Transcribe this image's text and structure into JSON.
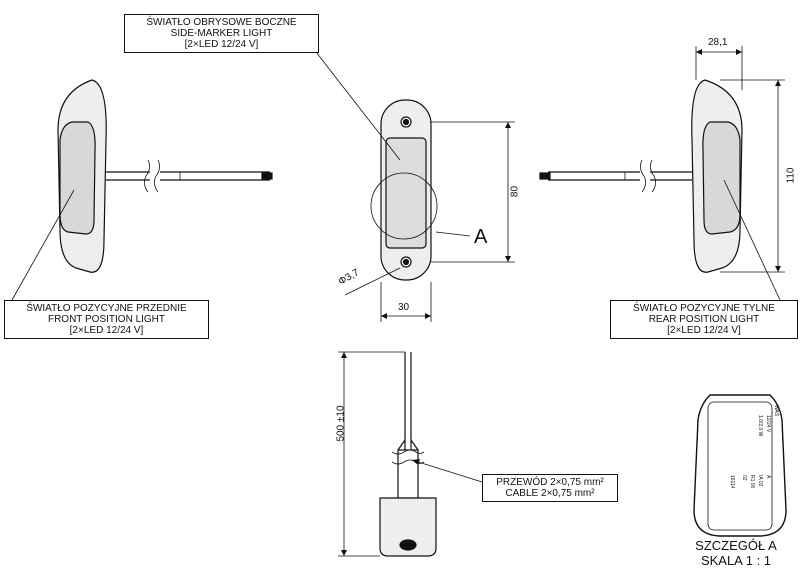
{
  "labels": {
    "side_marker": {
      "line1": "ŚWIATŁO OBRYSOWE BOCZNE",
      "line2": "SIDE-MARKER LIGHT",
      "line3": "[2×LED 12/24 V]"
    },
    "front_position": {
      "line1": "ŚWIATŁO POZYCYJNE PRZEDNIE",
      "line2": "FRONT POSITION LIGHT",
      "line3": "[2×LED 12/24 V]"
    },
    "rear_position": {
      "line1": "ŚWIATŁO POZYCYJNE TYLNE",
      "line2": "REAR POSITION LIGHT",
      "line3": "[2×LED 12/24 V]"
    },
    "cable": {
      "line1": "PRZEWÓD 2×0,75 mm²",
      "line2": "CABLE 2×0,75 mm²"
    }
  },
  "dimensions": {
    "width_top": "28,1",
    "height_110": "110",
    "height_80": "80",
    "width_30": "30",
    "hole_dia": "Φ3,7",
    "cable_length": "500 ±10"
  },
  "detail": {
    "marker": "A",
    "title": "SZCZEGÓŁ A",
    "scale": "SKALA 1 : 1",
    "text_lines": [
      "12/24 V",
      "1,0/2,0 W",
      "A",
      "IA 02",
      "R1 00",
      "02",
      "16114"
    ],
    "logo": "WAŚ"
  },
  "colors": {
    "ink": "#111111",
    "background": "#ffffff",
    "fill": "#d8d8d8"
  }
}
